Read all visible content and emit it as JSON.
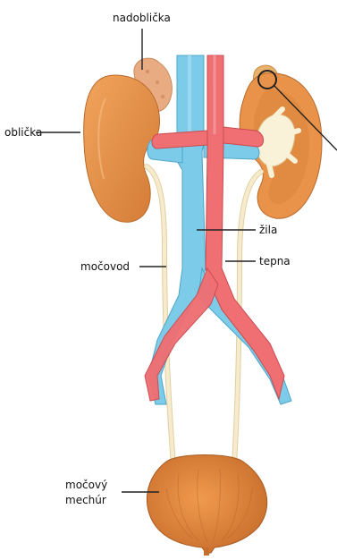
{
  "labels": {
    "adrenal_gland": "nadoblička",
    "kidney": "oblička",
    "vein": "žila",
    "ureter": "močovod",
    "artery": "tepna",
    "bladder_line1": "močový",
    "bladder_line2": "mechúr"
  },
  "colors": {
    "kidney": "#e8924a",
    "kidney_inner": "#d9843c",
    "adrenal": "#e8a67a",
    "vein": "#7ccbe8",
    "artery": "#ef6f73",
    "ureter": "#f3e6c4",
    "bladder": "#e6883f",
    "pelvis": "#faf2d8",
    "leader_line": "#222222"
  }
}
